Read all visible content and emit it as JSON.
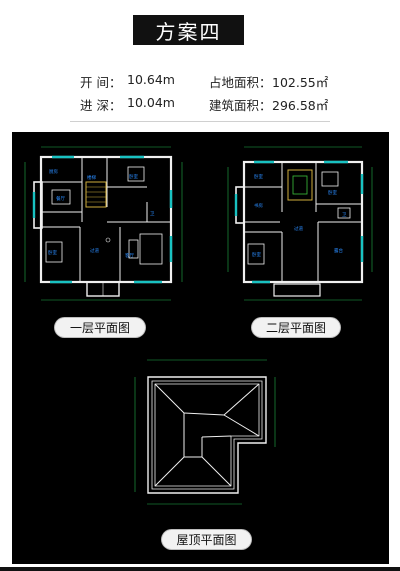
{
  "title": "方案四",
  "specs": {
    "width_label": "开  间：",
    "width_value": "10.64m",
    "depth_label": "进  深：",
    "depth_value": "10.04m",
    "land_area_label": "占地面积：",
    "land_area_value": "102.55㎡",
    "building_area_label": "建筑面积：",
    "building_area_value": "296.58㎡"
  },
  "plans": {
    "first_floor_label": "一层平面图",
    "second_floor_label": "二层平面图",
    "roof_label": "屋顶平面图"
  },
  "rooms_first": [
    "厨房",
    "餐厅",
    "卧室",
    "客厅",
    "楼梯",
    "卫",
    "卧室"
  ],
  "rooms_second": [
    "卧室",
    "卧室",
    "书房",
    "卧室",
    "露台",
    "卫"
  ],
  "colors": {
    "panel_bg": "#000000",
    "wall": "#f2f2f2",
    "window": "#19c2c2",
    "dim": "#22b14c",
    "label": "#2a8cff"
  }
}
